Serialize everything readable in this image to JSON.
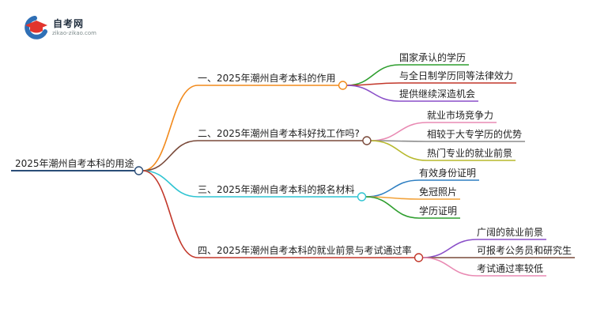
{
  "logo": {
    "name": "自考网",
    "url": "zikao-zikao.com"
  },
  "mindmap": {
    "root": "2025年潮州自考本科的用途",
    "branches": [
      {
        "label": "一、2025年潮州自考本科的作用",
        "color": "#f28a1c",
        "children": [
          {
            "label": "国家承认的学历",
            "color": "#2e9e2e"
          },
          {
            "label": "与全日制学历同等法律效力",
            "color": "#c2372a"
          },
          {
            "label": "提供继续深造机会",
            "color": "#8a4fc8"
          }
        ]
      },
      {
        "label": "二、2025年潮州自考本科好找工作吗?",
        "color": "#7a4a3a",
        "children": [
          {
            "label": "就业市场竞争力",
            "color": "#e98ab3"
          },
          {
            "label": "相较于大专学历的优势",
            "color": "#8c8c8c"
          },
          {
            "label": "热门专业的就业前景",
            "color": "#b7b92d"
          }
        ]
      },
      {
        "label": "三、2025年潮州自考本科的报名材料",
        "color": "#2fc4d2",
        "children": [
          {
            "label": "有效身份证明",
            "color": "#2e7fc2"
          },
          {
            "label": "免冠照片",
            "color": "#f2a23a"
          },
          {
            "label": "学历证明",
            "color": "#2e9e2e"
          }
        ]
      },
      {
        "label": "四、2025年潮州自考本科的就业前景与考试通过率",
        "color": "#c2372a",
        "children": [
          {
            "label": "广阔的就业前景",
            "color": "#8a4fc8"
          },
          {
            "label": "可报考公务员和研究生",
            "color": "#7a4a3a"
          },
          {
            "label": "考试通过率较低",
            "color": "#e98ab3"
          }
        ]
      }
    ]
  }
}
